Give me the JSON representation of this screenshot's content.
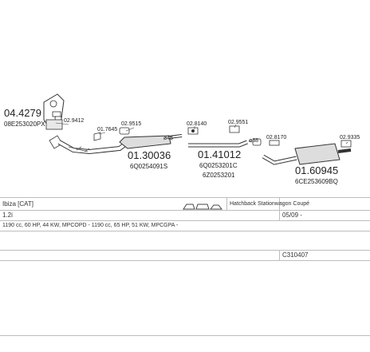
{
  "parts": {
    "p1": {
      "number": "04.4279",
      "code": "08E253020PX"
    },
    "p2": {
      "label": "02.9412"
    },
    "p3": {
      "label": "01.7645"
    },
    "p4": {
      "label": "02.9515"
    },
    "p5": {
      "number": "01.30036",
      "code": "6Q0254091S"
    },
    "p6": {
      "label": "02.8140"
    },
    "p7": {
      "label": "02.9551"
    },
    "p8": {
      "number": "01.41012",
      "code": "6Q0253201C",
      "code2": "6Z0253201"
    },
    "p9": {
      "label": "02.8170"
    },
    "p10": {
      "label": "02.9335"
    },
    "p11": {
      "number": "01.60945",
      "code": "6CE253609BQ"
    },
    "clamp45": {
      "label": "ø45"
    },
    "clamp38": {
      "label": "ø38"
    }
  },
  "table": {
    "model": "Ibiza [CAT]",
    "body": "Hatchback Stationwagon Coupé",
    "engine": "1.2i",
    "date": "05/09 -",
    "spec": "1190 cc, 60 HP, 44 KW, MPCOPD - 1190 cc, 65 HP, 51 KW, MPCGPA -",
    "ref": "C310407"
  }
}
